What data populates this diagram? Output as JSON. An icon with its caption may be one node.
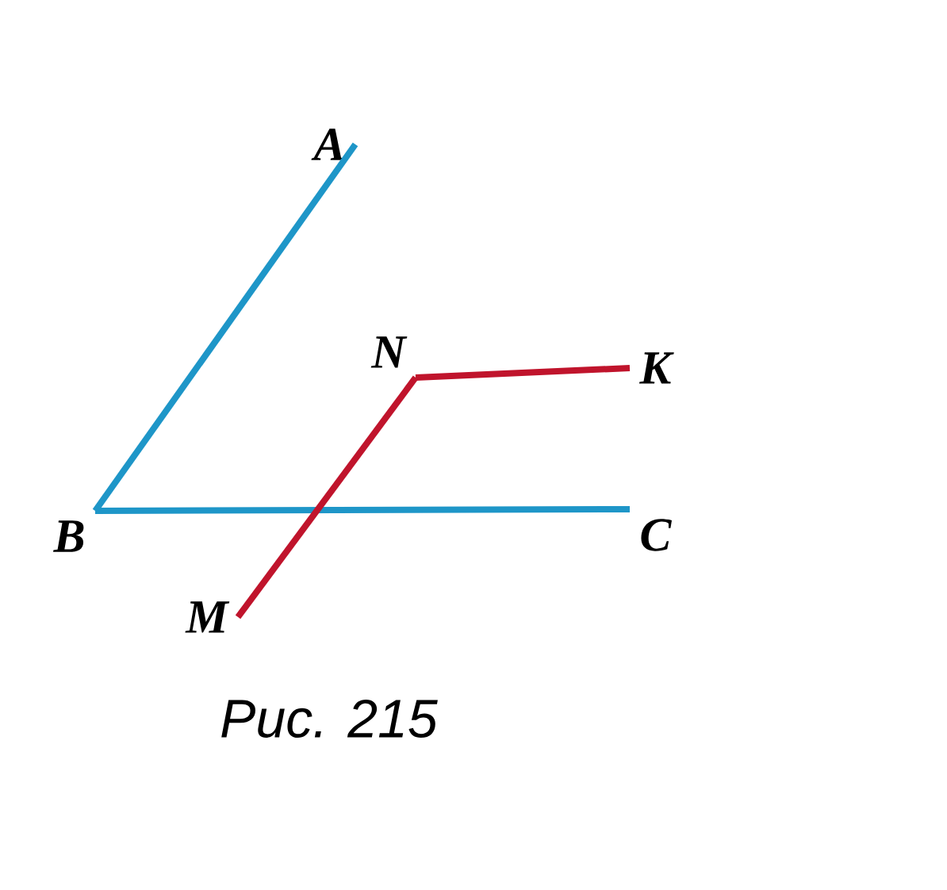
{
  "diagram": {
    "caption": "Рис. 215",
    "nodes": [
      {
        "text": [
          "A"
        ]
      },
      {
        "text": [
          "B"
        ]
      },
      {
        "text": [
          "C"
        ]
      },
      {
        "text": [
          "N"
        ]
      },
      {
        "text": [
          "K"
        ]
      },
      {
        "text": [
          "M"
        ]
      }
    ],
    "edges": [
      {
        "from": 1,
        "to": 0,
        "arrow": "none",
        "color": "#1e96c8"
      },
      {
        "from": 1,
        "to": 2,
        "arrow": "none",
        "color": "#1e96c8"
      },
      {
        "from": 3,
        "to": 5,
        "arrow": "none",
        "color": "#c0142c"
      },
      {
        "from": 3,
        "to": 4,
        "arrow": "none",
        "color": "#c0142c"
      }
    ]
  }
}
